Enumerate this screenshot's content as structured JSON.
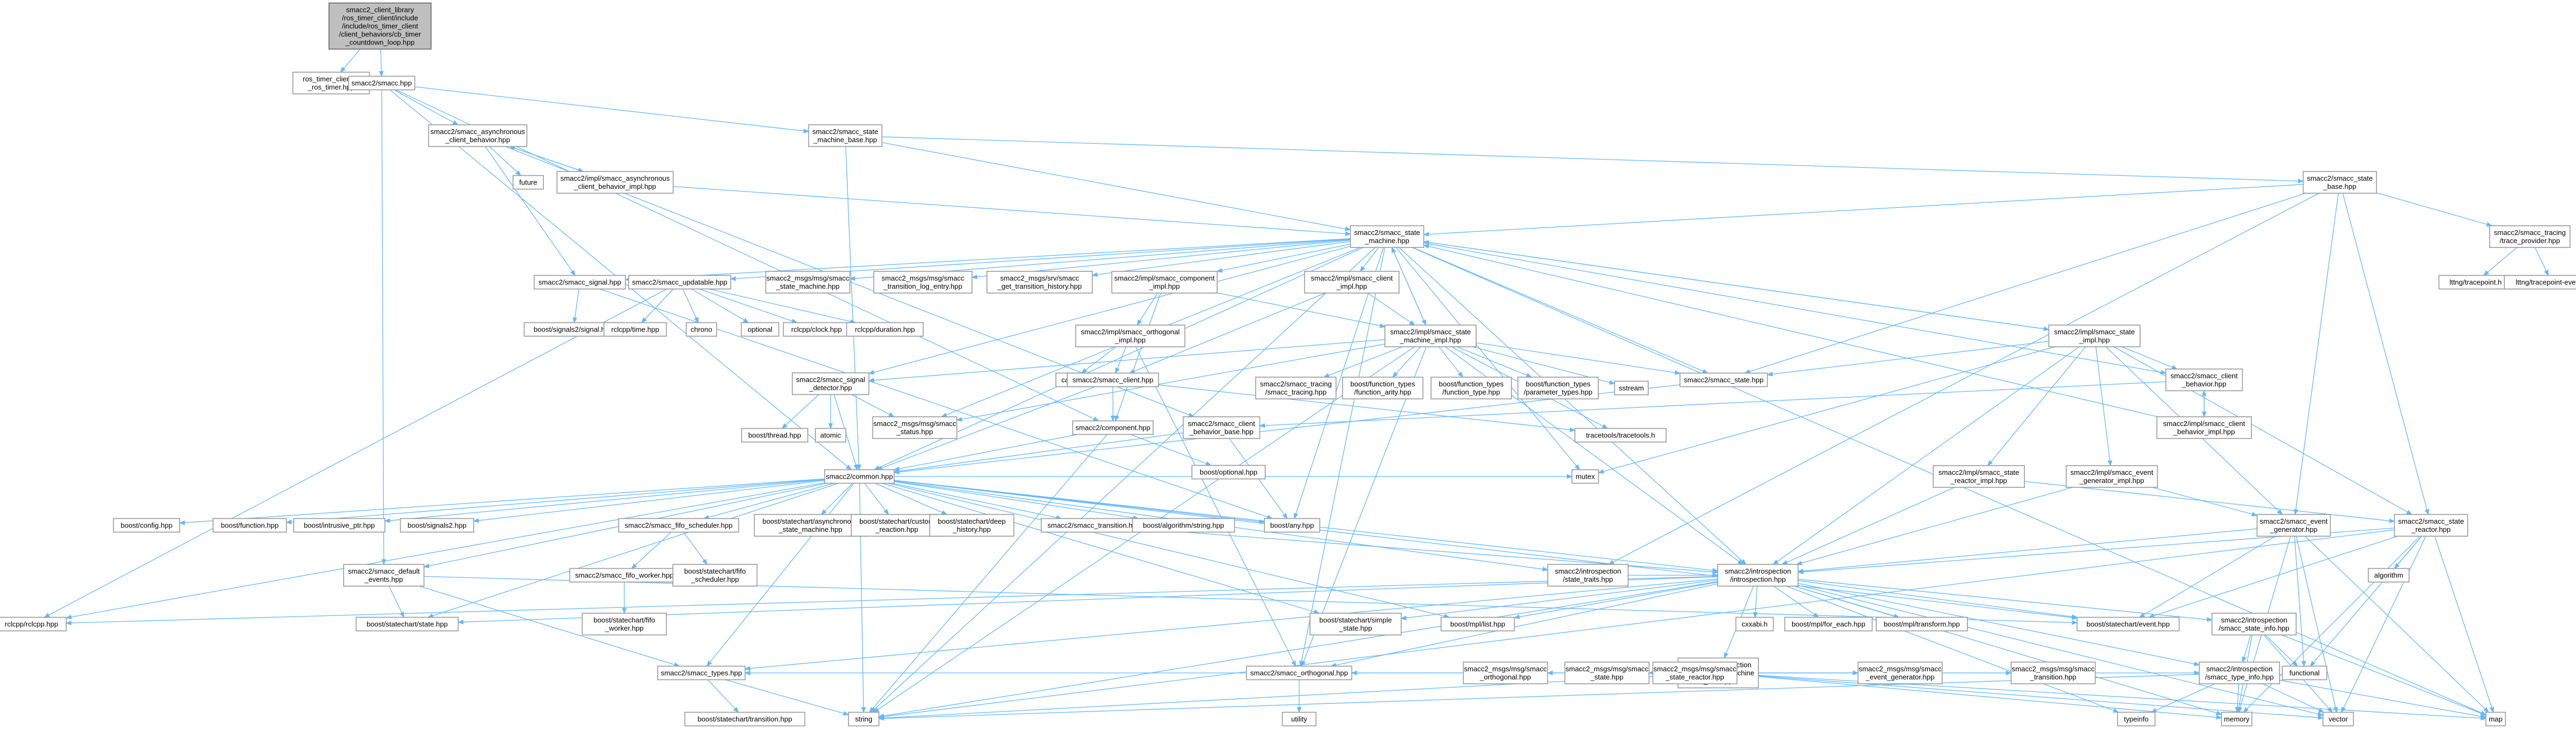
{
  "graph": {
    "root": "n0",
    "nodes": [
      {
        "id": "n0",
        "label": [
          "smacc2_client_library",
          "/ros_timer_client/include",
          "/include/ros_timer_client",
          "/client_behaviors/cb_timer",
          "_countdown_loop.hpp"
        ]
      },
      {
        "id": "n1",
        "label": [
          "ros_timer_client/cl",
          "_ros_timer.hpp"
        ]
      },
      {
        "id": "n2",
        "label": [
          "smacc2/smacc.hpp"
        ]
      },
      {
        "id": "n3",
        "label": [
          "smacc2/smacc_asynchronous",
          "_client_behavior.hpp"
        ]
      },
      {
        "id": "n4",
        "label": [
          "smacc2/smacc_state",
          "_machine_base.hpp"
        ]
      },
      {
        "id": "n5",
        "label": [
          "future"
        ]
      },
      {
        "id": "n6",
        "label": [
          "smacc2/impl/smacc_asynchronous",
          "_client_behavior_impl.hpp"
        ]
      },
      {
        "id": "n7",
        "label": [
          "smacc2/smacc_state",
          "_base.hpp"
        ]
      },
      {
        "id": "n8",
        "label": [
          "smacc2/smacc_state",
          "_machine.hpp"
        ]
      },
      {
        "id": "n9",
        "label": [
          "smacc2/smacc_tracing",
          "/trace_provider.hpp"
        ]
      },
      {
        "id": "n10",
        "label": [
          "lttng/tracepoint.h"
        ]
      },
      {
        "id": "n11",
        "label": [
          "lttng/tracepoint-event.h"
        ]
      },
      {
        "id": "n12",
        "label": [
          "smacc2/smacc_signal.hpp"
        ]
      },
      {
        "id": "n13",
        "label": [
          "smacc2/smacc_updatable.hpp"
        ]
      },
      {
        "id": "n14",
        "label": [
          "smacc2_msgs/msg/smacc",
          "_state_machine.hpp"
        ]
      },
      {
        "id": "n15",
        "label": [
          "smacc2_msgs/msg/smacc",
          "_transition_log_entry.hpp"
        ]
      },
      {
        "id": "n16",
        "label": [
          "smacc2_msgs/srv/smacc",
          "_get_transition_history.hpp"
        ]
      },
      {
        "id": "n17",
        "label": [
          "smacc2/impl/smacc_component",
          "_impl.hpp"
        ]
      },
      {
        "id": "n18",
        "label": [
          "smacc2/impl/smacc_client",
          "_impl.hpp"
        ]
      },
      {
        "id": "n19",
        "label": [
          "boost/signals2/signal.hpp"
        ]
      },
      {
        "id": "n20",
        "label": [
          "rclcpp/time.hpp"
        ]
      },
      {
        "id": "n21",
        "label": [
          "chrono"
        ]
      },
      {
        "id": "n22",
        "label": [
          "optional"
        ]
      },
      {
        "id": "n23",
        "label": [
          "rclcpp/clock.hpp"
        ]
      },
      {
        "id": "n24",
        "label": [
          "rclcpp/duration.hpp"
        ]
      },
      {
        "id": "n25",
        "label": [
          "smacc2/impl/smacc_orthogonal",
          "_impl.hpp"
        ]
      },
      {
        "id": "n26",
        "label": [
          "smacc2/impl/smacc_state",
          "_machine_impl.hpp"
        ]
      },
      {
        "id": "n27",
        "label": [
          "cassert"
        ]
      },
      {
        "id": "n28",
        "label": [
          "smacc2/smacc_client.hpp"
        ]
      },
      {
        "id": "n29",
        "label": [
          "smacc2/smacc_tracing",
          "/smacc_tracing.hpp"
        ]
      },
      {
        "id": "n30",
        "label": [
          "boost/function_types",
          "/function_arity.hpp"
        ]
      },
      {
        "id": "n31",
        "label": [
          "boost/function_types",
          "/function_type.hpp"
        ]
      },
      {
        "id": "n32",
        "label": [
          "boost/function_types",
          "/parameter_types.hpp"
        ]
      },
      {
        "id": "n33",
        "label": [
          "sstream"
        ]
      },
      {
        "id": "n34",
        "label": [
          "smacc2/smacc_state.hpp"
        ]
      },
      {
        "id": "n35",
        "label": [
          "smacc2/impl/smacc_state",
          "_impl.hpp"
        ]
      },
      {
        "id": "n36",
        "label": [
          "smacc2/smacc_signal",
          "_detector.hpp"
        ]
      },
      {
        "id": "n37",
        "label": [
          "boost/thread.hpp"
        ]
      },
      {
        "id": "n38",
        "label": [
          "atomic"
        ]
      },
      {
        "id": "n39",
        "label": [
          "smacc2_msgs/msg/smacc",
          "_status.hpp"
        ]
      },
      {
        "id": "n40",
        "label": [
          "smacc2/component.hpp"
        ]
      },
      {
        "id": "n41",
        "label": [
          "smacc2/smacc_client",
          "_behavior_base.hpp"
        ]
      },
      {
        "id": "n42",
        "label": [
          "boost/optional.hpp"
        ]
      },
      {
        "id": "n43",
        "label": [
          "tracetools/tracetools.h"
        ]
      },
      {
        "id": "n44",
        "label": [
          "smacc2/smacc_client",
          "_behavior.hpp"
        ]
      },
      {
        "id": "n45",
        "label": [
          "smacc2/impl/smacc_client",
          "_behavior_impl.hpp"
        ]
      },
      {
        "id": "n46",
        "label": [
          "smacc2/common.hpp"
        ]
      },
      {
        "id": "n47",
        "label": [
          "mutex"
        ]
      },
      {
        "id": "n48",
        "label": [
          "smacc2/impl/smacc_state",
          "_reactor_impl.hpp"
        ]
      },
      {
        "id": "n49",
        "label": [
          "smacc2/impl/smacc_event",
          "_generator_impl.hpp"
        ]
      },
      {
        "id": "n50",
        "label": [
          "boost/config.hpp"
        ]
      },
      {
        "id": "n51",
        "label": [
          "boost/function.hpp"
        ]
      },
      {
        "id": "n52",
        "label": [
          "boost/intrusive_ptr.hpp"
        ]
      },
      {
        "id": "n53",
        "label": [
          "boost/signals2.hpp"
        ]
      },
      {
        "id": "n54",
        "label": [
          "smacc2/smacc_fifo_scheduler.hpp"
        ]
      },
      {
        "id": "n55",
        "label": [
          "boost/statechart/asynchronous",
          "_state_machine.hpp"
        ]
      },
      {
        "id": "n56",
        "label": [
          "boost/statechart/custom",
          "_reaction.hpp"
        ]
      },
      {
        "id": "n57",
        "label": [
          "boost/statechart/deep",
          "_history.hpp"
        ]
      },
      {
        "id": "n58",
        "label": [
          "smacc2/smacc_transition.hpp"
        ]
      },
      {
        "id": "n59",
        "label": [
          "boost/algorithm/string.hpp"
        ]
      },
      {
        "id": "n60",
        "label": [
          "boost/any.hpp"
        ]
      },
      {
        "id": "n61",
        "label": [
          "smacc2/smacc_event",
          "_generator.hpp"
        ]
      },
      {
        "id": "n62",
        "label": [
          "smacc2/smacc_state",
          "_reactor.hpp"
        ]
      },
      {
        "id": "n63",
        "label": [
          "smacc2/smacc_fifo_worker.hpp"
        ]
      },
      {
        "id": "n64",
        "label": [
          "boost/statechart/fifo",
          "_scheduler.hpp"
        ]
      },
      {
        "id": "n65",
        "label": [
          "smacc2/introspection",
          "/state_traits.hpp"
        ]
      },
      {
        "id": "n66",
        "label": [
          "smacc2/introspection",
          "/introspection.hpp"
        ]
      },
      {
        "id": "n67",
        "label": [
          "algorithm"
        ]
      },
      {
        "id": "n68",
        "label": [
          "smacc2/smacc_default",
          "_events.hpp"
        ]
      },
      {
        "id": "n69",
        "label": [
          "rclcpp/rclcpp.hpp"
        ]
      },
      {
        "id": "n70",
        "label": [
          "boost/statechart/state.hpp"
        ]
      },
      {
        "id": "n71",
        "label": [
          "boost/statechart/fifo",
          "_worker.hpp"
        ]
      },
      {
        "id": "n72",
        "label": [
          "boost/statechart/simple",
          "_state.hpp"
        ]
      },
      {
        "id": "n73",
        "label": [
          "boost/mpl/list.hpp"
        ]
      },
      {
        "id": "n74",
        "label": [
          "cxxabi.h"
        ]
      },
      {
        "id": "n75",
        "label": [
          "boost/mpl/for_each.hpp"
        ]
      },
      {
        "id": "n76",
        "label": [
          "boost/mpl/transform.hpp"
        ]
      },
      {
        "id": "n77",
        "label": [
          "smacc2/introspection",
          "/smacc_state_info.hpp"
        ]
      },
      {
        "id": "n78",
        "label": [
          "boost/statechart/event.hpp"
        ]
      },
      {
        "id": "n79",
        "label": [
          "smacc2/introspection",
          "/smacc_state_machine",
          "_info.hpp"
        ]
      },
      {
        "id": "n80",
        "label": [
          "smacc2/smacc_types.hpp"
        ]
      },
      {
        "id": "n81",
        "label": [
          "smacc2/smacc_orthogonal.hpp"
        ]
      },
      {
        "id": "n82",
        "label": [
          "smacc2_msgs/msg/smacc",
          "_orthogonal.hpp"
        ]
      },
      {
        "id": "n83",
        "label": [
          "smacc2_msgs/msg/smacc",
          "_state.hpp"
        ]
      },
      {
        "id": "n84",
        "label": [
          "smacc2_msgs/msg/smacc",
          "_state_reactor.hpp"
        ]
      },
      {
        "id": "n85",
        "label": [
          "smacc2_msgs/msg/smacc",
          "_event_generator.hpp"
        ]
      },
      {
        "id": "n86",
        "label": [
          "smacc2_msgs/msg/smacc",
          "_transition.hpp"
        ]
      },
      {
        "id": "n87",
        "label": [
          "smacc2/introspection",
          "/smacc_type_info.hpp"
        ]
      },
      {
        "id": "n88",
        "label": [
          "functional"
        ]
      },
      {
        "id": "n89",
        "label": [
          "boost/statechart/transition.hpp"
        ]
      },
      {
        "id": "n90",
        "label": [
          "utility"
        ]
      },
      {
        "id": "n91",
        "label": [
          "string"
        ]
      },
      {
        "id": "n92",
        "label": [
          "typeinfo"
        ]
      },
      {
        "id": "n93",
        "label": [
          "memory"
        ]
      },
      {
        "id": "n94",
        "label": [
          "vector"
        ]
      },
      {
        "id": "n95",
        "label": [
          "map"
        ]
      }
    ],
    "edges": [
      [
        "n0",
        "n1"
      ],
      [
        "n0",
        "n2"
      ],
      [
        "n2",
        "n3"
      ],
      [
        "n2",
        "n4"
      ],
      [
        "n2",
        "n46"
      ],
      [
        "n2",
        "n68"
      ],
      [
        "n2",
        "n40"
      ],
      [
        "n3",
        "n5"
      ],
      [
        "n3",
        "n6"
      ],
      [
        "n3",
        "n12"
      ],
      [
        "n3",
        "n41"
      ],
      [
        "n6",
        "n3"
      ],
      [
        "n6",
        "n8"
      ],
      [
        "n4",
        "n7"
      ],
      [
        "n4",
        "n8"
      ],
      [
        "n4",
        "n46"
      ],
      [
        "n7",
        "n8"
      ],
      [
        "n7",
        "n9"
      ],
      [
        "n7",
        "n34"
      ],
      [
        "n7",
        "n61"
      ],
      [
        "n7",
        "n62"
      ],
      [
        "n7",
        "n65"
      ],
      [
        "n9",
        "n10"
      ],
      [
        "n9",
        "n11"
      ],
      [
        "n8",
        "n12"
      ],
      [
        "n8",
        "n13"
      ],
      [
        "n8",
        "n14"
      ],
      [
        "n8",
        "n15"
      ],
      [
        "n8",
        "n16"
      ],
      [
        "n8",
        "n17"
      ],
      [
        "n8",
        "n18"
      ],
      [
        "n8",
        "n26"
      ],
      [
        "n8",
        "n35"
      ],
      [
        "n8",
        "n34"
      ],
      [
        "n8",
        "n36"
      ],
      [
        "n8",
        "n39"
      ],
      [
        "n8",
        "n46"
      ],
      [
        "n8",
        "n60"
      ],
      [
        "n8",
        "n66"
      ],
      [
        "n8",
        "n47"
      ],
      [
        "n8",
        "n95"
      ],
      [
        "n8",
        "n44"
      ],
      [
        "n8",
        "n81"
      ],
      [
        "n8",
        "n91"
      ],
      [
        "n12",
        "n19"
      ],
      [
        "n12",
        "n60"
      ],
      [
        "n13",
        "n20"
      ],
      [
        "n13",
        "n21"
      ],
      [
        "n13",
        "n22"
      ],
      [
        "n13",
        "n23"
      ],
      [
        "n13",
        "n24"
      ],
      [
        "n13",
        "n69"
      ],
      [
        "n17",
        "n25"
      ],
      [
        "n17",
        "n26"
      ],
      [
        "n17",
        "n40"
      ],
      [
        "n18",
        "n26"
      ],
      [
        "n18",
        "n28"
      ],
      [
        "n25",
        "n27"
      ],
      [
        "n25",
        "n28"
      ],
      [
        "n25",
        "n81"
      ],
      [
        "n26",
        "n29"
      ],
      [
        "n26",
        "n30"
      ],
      [
        "n26",
        "n31"
      ],
      [
        "n26",
        "n32"
      ],
      [
        "n26",
        "n33"
      ],
      [
        "n26",
        "n34"
      ],
      [
        "n26",
        "n36"
      ],
      [
        "n26",
        "n39"
      ],
      [
        "n26",
        "n43"
      ],
      [
        "n26",
        "n8"
      ],
      [
        "n26",
        "n66"
      ],
      [
        "n26",
        "n81"
      ],
      [
        "n26",
        "n91"
      ],
      [
        "n28",
        "n40"
      ],
      [
        "n28",
        "n46"
      ],
      [
        "n28",
        "n43"
      ],
      [
        "n40",
        "n42"
      ],
      [
        "n40",
        "n46"
      ],
      [
        "n40",
        "n91"
      ],
      [
        "n36",
        "n37"
      ],
      [
        "n36",
        "n38"
      ],
      [
        "n36",
        "n46"
      ],
      [
        "n36",
        "n39"
      ],
      [
        "n34",
        "n46"
      ],
      [
        "n35",
        "n34"
      ],
      [
        "n35",
        "n44"
      ],
      [
        "n35",
        "n48"
      ],
      [
        "n35",
        "n49"
      ],
      [
        "n35",
        "n62"
      ],
      [
        "n35",
        "n61"
      ],
      [
        "n35",
        "n66"
      ],
      [
        "n35",
        "n8"
      ],
      [
        "n35",
        "n47"
      ],
      [
        "n44",
        "n41"
      ],
      [
        "n44",
        "n45"
      ],
      [
        "n45",
        "n44"
      ],
      [
        "n45",
        "n8"
      ],
      [
        "n41",
        "n46"
      ],
      [
        "n41",
        "n60"
      ],
      [
        "n48",
        "n62"
      ],
      [
        "n48",
        "n66"
      ],
      [
        "n49",
        "n61"
      ],
      [
        "n49",
        "n66"
      ],
      [
        "n46",
        "n50"
      ],
      [
        "n46",
        "n51"
      ],
      [
        "n46",
        "n52"
      ],
      [
        "n46",
        "n53"
      ],
      [
        "n46",
        "n54"
      ],
      [
        "n46",
        "n55"
      ],
      [
        "n46",
        "n56"
      ],
      [
        "n46",
        "n57"
      ],
      [
        "n46",
        "n58"
      ],
      [
        "n46",
        "n59"
      ],
      [
        "n46",
        "n60"
      ],
      [
        "n46",
        "n47"
      ],
      [
        "n46",
        "n69"
      ],
      [
        "n46",
        "n68"
      ],
      [
        "n46",
        "n70"
      ],
      [
        "n46",
        "n72"
      ],
      [
        "n46",
        "n73"
      ],
      [
        "n46",
        "n80"
      ],
      [
        "n46",
        "n65"
      ],
      [
        "n46",
        "n66"
      ],
      [
        "n46",
        "n91"
      ],
      [
        "n46",
        "n78"
      ],
      [
        "n54",
        "n63"
      ],
      [
        "n54",
        "n64"
      ],
      [
        "n63",
        "n71"
      ],
      [
        "n58",
        "n66"
      ],
      [
        "n61",
        "n66"
      ],
      [
        "n61",
        "n78"
      ],
      [
        "n61",
        "n88"
      ],
      [
        "n61",
        "n93"
      ],
      [
        "n61",
        "n94"
      ],
      [
        "n61",
        "n95"
      ],
      [
        "n62",
        "n66"
      ],
      [
        "n62",
        "n67"
      ],
      [
        "n62",
        "n78"
      ],
      [
        "n62",
        "n88"
      ],
      [
        "n62",
        "n93"
      ],
      [
        "n62",
        "n94"
      ],
      [
        "n62",
        "n95"
      ],
      [
        "n62",
        "n91"
      ],
      [
        "n65",
        "n66"
      ],
      [
        "n66",
        "n69"
      ],
      [
        "n66",
        "n70"
      ],
      [
        "n66",
        "n72"
      ],
      [
        "n66",
        "n73"
      ],
      [
        "n66",
        "n74"
      ],
      [
        "n66",
        "n75"
      ],
      [
        "n66",
        "n76"
      ],
      [
        "n66",
        "n77"
      ],
      [
        "n66",
        "n78"
      ],
      [
        "n66",
        "n79"
      ],
      [
        "n66",
        "n80"
      ],
      [
        "n66",
        "n81"
      ],
      [
        "n66",
        "n87"
      ],
      [
        "n66",
        "n91"
      ],
      [
        "n66",
        "n92"
      ],
      [
        "n66",
        "n93"
      ],
      [
        "n66",
        "n94"
      ],
      [
        "n68",
        "n70"
      ],
      [
        "n68",
        "n78"
      ],
      [
        "n68",
        "n80"
      ],
      [
        "n77",
        "n87"
      ],
      [
        "n77",
        "n88"
      ],
      [
        "n77",
        "n93"
      ],
      [
        "n77",
        "n94"
      ],
      [
        "n77",
        "n95"
      ],
      [
        "n79",
        "n80"
      ],
      [
        "n79",
        "n81"
      ],
      [
        "n79",
        "n82"
      ],
      [
        "n79",
        "n83"
      ],
      [
        "n79",
        "n84"
      ],
      [
        "n79",
        "n85"
      ],
      [
        "n79",
        "n86"
      ],
      [
        "n79",
        "n87"
      ],
      [
        "n79",
        "n93"
      ],
      [
        "n79",
        "n95"
      ],
      [
        "n79",
        "n94"
      ],
      [
        "n79",
        "n91"
      ],
      [
        "n80",
        "n89"
      ],
      [
        "n80",
        "n91"
      ],
      [
        "n81",
        "n90"
      ],
      [
        "n87",
        "n91"
      ],
      [
        "n87",
        "n92"
      ],
      [
        "n87",
        "n93"
      ],
      [
        "n87",
        "n94"
      ],
      [
        "n87",
        "n95"
      ]
    ]
  }
}
